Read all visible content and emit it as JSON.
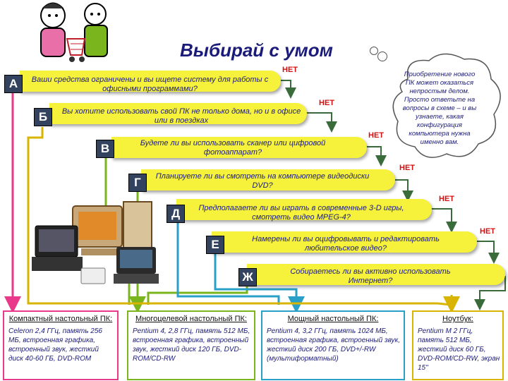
{
  "title": "Выбирай с умом",
  "no_label": "НЕТ",
  "cloud_text": "Приобретение нового ПК может оказаться непростым делом. Просто ответьте на вопросы в схеме – и вы узнаете, какая конфигурация компьютера нужна именно вам.",
  "questions": [
    {
      "letter": "А",
      "text": "Ваши средства ограничены и вы ищете систему для работы с офисными программами?"
    },
    {
      "letter": "Б",
      "text": "Вы хотите использовать свой ПК не только дома, но и в офисе или в поездках"
    },
    {
      "letter": "В",
      "text": "Будете ли вы использовать сканер или цифровой фотоаппарат?"
    },
    {
      "letter": "Г",
      "text": "Планируете ли вы смотреть на компьютере видеодиски DVD?"
    },
    {
      "letter": "Д",
      "text": "Предполагаете ли вы играть в современные 3-D игры, смотреть видео MPEG-4?"
    },
    {
      "letter": "Е",
      "text": "Намерены ли вы оцифровывать и редактировать любительское видео?"
    },
    {
      "letter": "Ж",
      "text": "Собираетесь ли вы активно использовать Интернет?"
    }
  ],
  "results": [
    {
      "title": "Компактный настольный ПК:",
      "body": "Celeron 2,4 ГГц, память 256 МБ, встроенная графика, встроенный звук, жесткий диск 40-60 ГБ, DVD-ROM",
      "color": "#e8398a"
    },
    {
      "title": "Многоцелевой настольный ПК:",
      "body": "Pentium 4, 2,8 ГГц, память 512 МБ, встроенная графика, встроенный звук, жесткий диск 120 ГБ, DVD-ROM/CD-RW",
      "color": "#7ab51d"
    },
    {
      "title": "Мощный настольный ПК:",
      "body": "Pentium 4, 3,2 ГГц, память 1024 МБ, встроенная графика, встроенный звук, жесткий диск 200 ГБ, DVD+/-RW (мультиформатный)",
      "color": "#2aa0c8"
    },
    {
      "title": "Ноутбук:",
      "body": "Pentium M 2 ГГц, память 512 МБ, жесткий диск 60 ГБ, DVD-ROM/CD-RW, экран 15\"",
      "color": "#d9b400"
    }
  ],
  "colors": {
    "bar": "#f6f23c",
    "no_arrow": "#3a6b3a",
    "letter_bg": "#33425e",
    "text": "#1b1b7a",
    "no_text": "#d21010"
  }
}
